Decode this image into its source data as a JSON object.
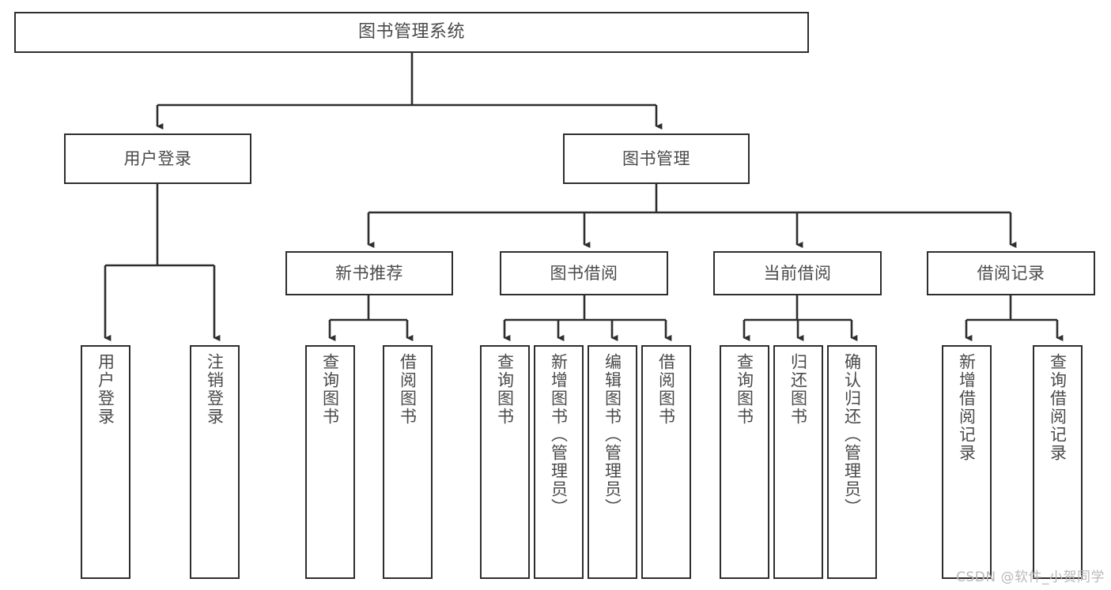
{
  "diagram": {
    "title": "图书管理系统",
    "type": "tree",
    "watermark": "CSDN @软件_小贺同学",
    "colors": {
      "box_border": "#2e2e2e",
      "box_fill": "#ffffff",
      "text": "#4a4a4a",
      "connector": "#2e2e2e",
      "watermark": "#b9b9b9",
      "background": "#ffffff"
    },
    "levels": {
      "root": {
        "label": "图书管理系统"
      },
      "level2": [
        {
          "label": "用户登录"
        },
        {
          "label": "图书管理"
        }
      ],
      "level3": [
        {
          "label": "新书推荐"
        },
        {
          "label": "图书借阅"
        },
        {
          "label": "当前借阅"
        },
        {
          "label": "借阅记录"
        }
      ],
      "leaves": {
        "user_login": [
          {
            "label": "用户登录"
          },
          {
            "label": "注销登录"
          }
        ],
        "new_book_recommend": [
          {
            "label": "查询图书"
          },
          {
            "label": "借阅图书"
          }
        ],
        "book_borrow": [
          {
            "label": "查询图书"
          },
          {
            "label": "新增图书（管理员）"
          },
          {
            "label": "编辑图书（管理员）"
          },
          {
            "label": "借阅图书"
          }
        ],
        "current_borrow": [
          {
            "label": "查询图书"
          },
          {
            "label": "归还图书"
          },
          {
            "label": "确认归还（管理员）"
          }
        ],
        "borrow_record": [
          {
            "label": "新增借阅记录"
          },
          {
            "label": "查询借阅记录"
          }
        ]
      }
    }
  }
}
